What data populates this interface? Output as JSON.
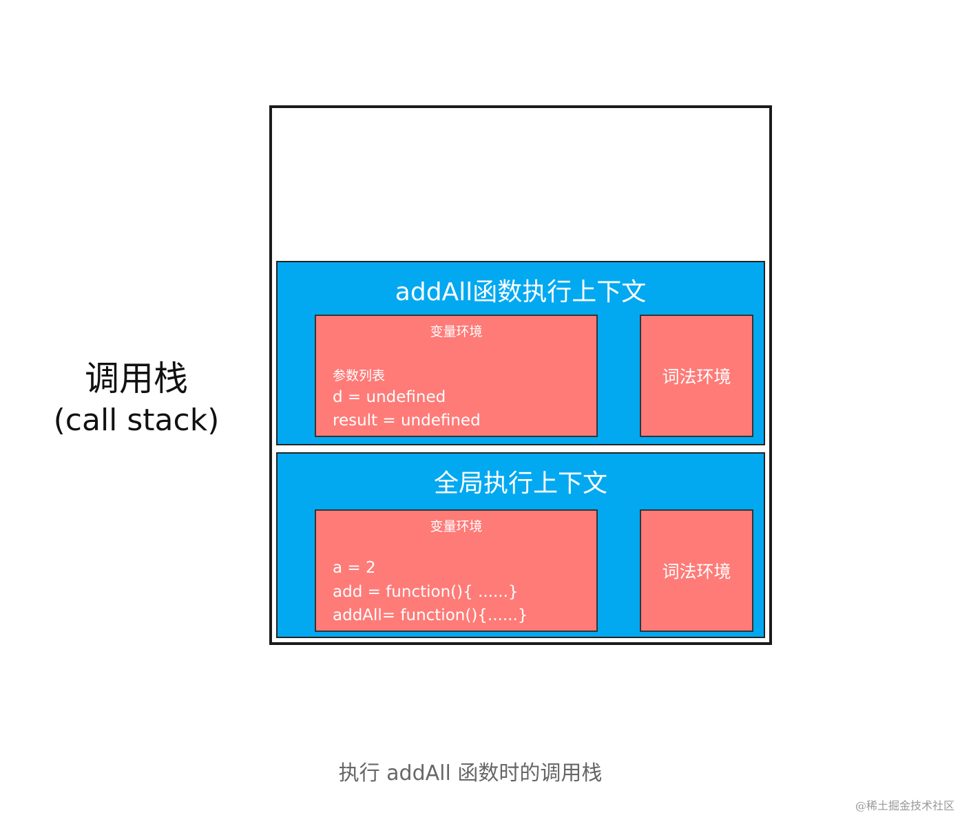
{
  "side_label": {
    "title": "调用栈",
    "subtitle": "(call stack)"
  },
  "contexts": [
    {
      "title": "addAll函数执行上下文",
      "variable_env": {
        "heading": "变量环境",
        "lines": [
          "参数列表",
          "d = undefined",
          "result = undefined"
        ]
      },
      "lexical_env": "词法环境"
    },
    {
      "title": "全局执行上下文",
      "variable_env": {
        "heading": "变量环境",
        "lines": [
          "a = 2",
          "add = function(){ ......}",
          "addAll= function(){......}"
        ]
      },
      "lexical_env": "词法环境"
    }
  ],
  "caption": "执行 addAll 函数时的调用栈",
  "watermark": "@稀土掘金技术社区",
  "colors": {
    "context_blue": "#03a9f0",
    "env_red": "#fe7b78"
  }
}
